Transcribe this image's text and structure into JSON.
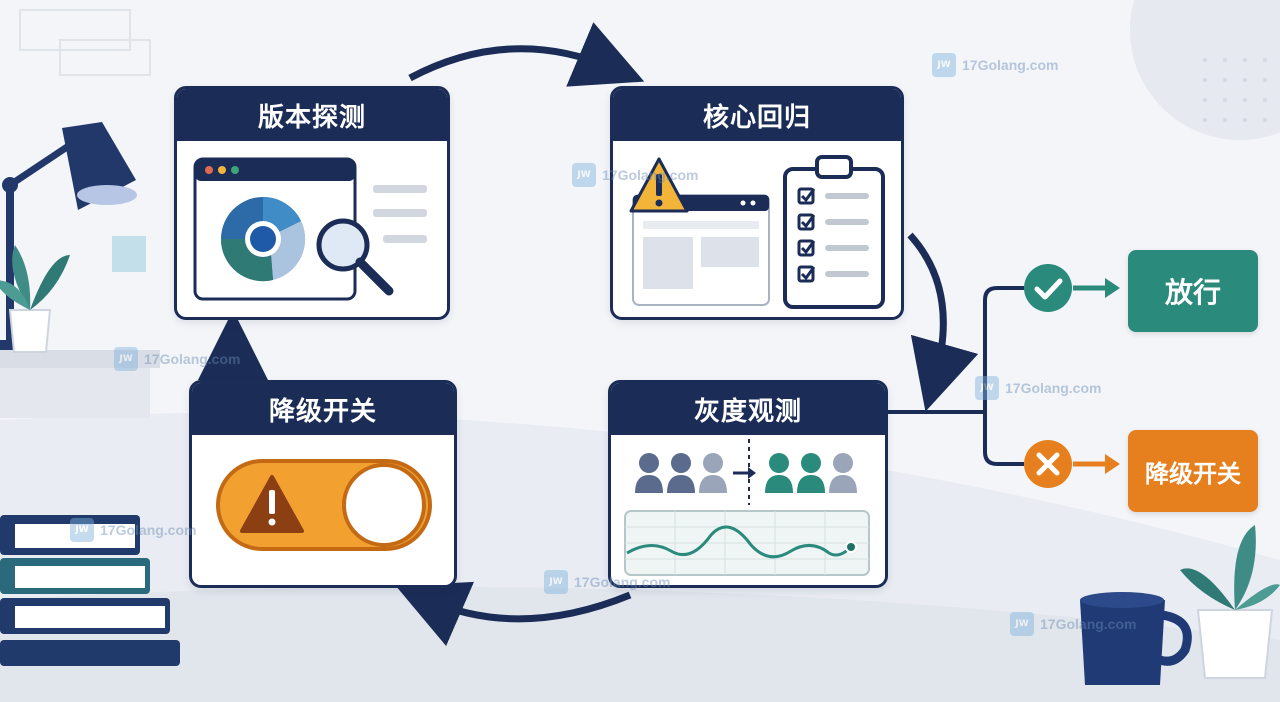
{
  "steps": {
    "version_probe": {
      "title": "版本探测",
      "icon": "browser-search-icon"
    },
    "core_regression": {
      "title": "核心回归",
      "icon": "checklist-icon"
    },
    "gray_observe": {
      "title": "灰度观测",
      "icon": "user-rollout-icon"
    },
    "degrade_switch": {
      "title": "降级开关",
      "icon": "warning-toggle-icon"
    }
  },
  "outcomes": {
    "pass": {
      "label": "放行",
      "icon": "check-circle-icon",
      "color": "#2a8a7c"
    },
    "fail": {
      "label": "降级开关",
      "icon": "x-circle-icon",
      "color": "#e6801f"
    }
  },
  "colors": {
    "navy": "#1b2d57",
    "teal": "#2a8a7c",
    "orange": "#e6801f",
    "warning": "#f2b53a"
  },
  "watermark": {
    "brand": "17Golang.com"
  }
}
